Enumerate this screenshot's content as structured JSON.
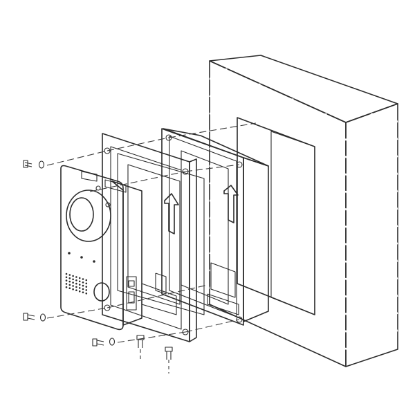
{
  "colors": {
    "line": "#2b2b2b",
    "wall_face": "#ececec",
    "wall_top": "#f7f7f7",
    "wall_side": "#d8d8d8",
    "brick_joint": "#ffffff",
    "recess": "#e4e4e4",
    "box_face": "#e6e6e6",
    "box_side": "#d2d2d2",
    "frame": "#f2f2f2",
    "frame_side": "#d8d8d8",
    "panel_face": "#f6f6f6",
    "panel_side": "#d5d5d5",
    "lens": "#d0d0d0"
  },
  "parts": {
    "wall": "brick-wall",
    "back_box": "flush-mount-back-box",
    "frame": "mounting-frame",
    "panel": "door-station-panel",
    "fasteners": [
      "screw-with-washer",
      "screw-with-washer",
      "screw-with-washer",
      "bottom-screw",
      "bottom-screw"
    ]
  },
  "icons": [
    "arrow-up-icon",
    "arrow-up-icon",
    "screw-icon",
    "washer-icon"
  ]
}
